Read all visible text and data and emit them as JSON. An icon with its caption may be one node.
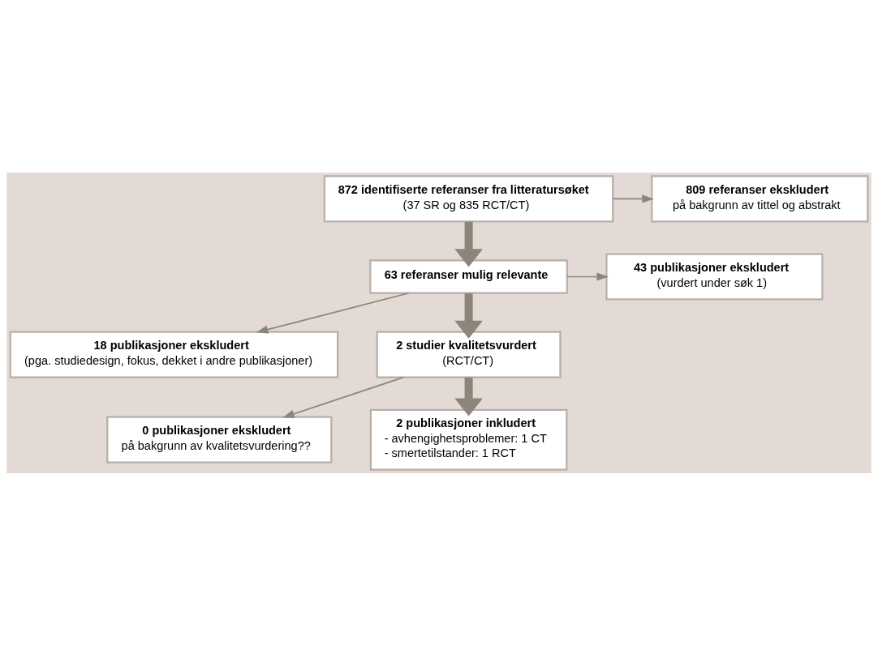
{
  "diagram": {
    "nodes": [
      {
        "text": [
          "872 identifiserte referanser fra litteratursøket",
          "(37 SR og 835 RCT/CT)"
        ]
      },
      {
        "text": [
          "809 referanser ekskludert",
          "på bakgrunn av tittel og abstrakt"
        ]
      },
      {
        "text": [
          "63 referanser mulig relevante"
        ]
      },
      {
        "text": [
          "43 publikasjoner ekskludert",
          "(vurdert under søk 1)"
        ]
      },
      {
        "text": [
          "18 publikasjoner ekskludert",
          "(pga. studiedesign, fokus, dekket i andre publikasjoner)"
        ]
      },
      {
        "text": [
          "2 studier kvalitetsvurdert",
          "(RCT/CT)"
        ]
      },
      {
        "text": [
          "0 publikasjoner ekskludert",
          "på bakgrunn av kvalitetsvurdering??"
        ]
      },
      {
        "text": [
          "2 publikasjoner inkludert",
          "- avhengighetsproblemer: 1 CT",
          "- smertetilstander: 1 RCT"
        ]
      }
    ],
    "edges": [
      {
        "from": 0,
        "to": 2,
        "arrow": "to",
        "style": "thick"
      },
      {
        "from": 0,
        "to": 1,
        "arrow": "to"
      },
      {
        "from": 2,
        "to": 3,
        "arrow": "to"
      },
      {
        "from": 2,
        "to": 5,
        "arrow": "to",
        "style": "thick"
      },
      {
        "from": 2,
        "to": 4,
        "arrow": "to"
      },
      {
        "from": 5,
        "to": 7,
        "arrow": "to",
        "style": "thick"
      },
      {
        "from": 5,
        "to": 6,
        "arrow": "to"
      }
    ]
  }
}
